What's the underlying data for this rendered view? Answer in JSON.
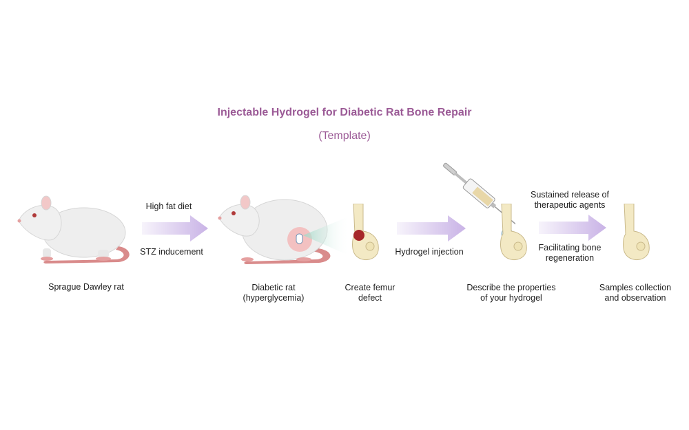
{
  "title": "Injectable Hydrogel for Diabetic Rat Bone Repair",
  "subtitle": "(Template)",
  "colors": {
    "title": "#9b5a96",
    "arrow": "#c9b3e6",
    "rat_body": "#eeeeee",
    "tail": "#d98b8b",
    "bone": "#f3e9c4",
    "defect": "#a6282b"
  },
  "steps": [
    {
      "label": "Sprague Dawley rat"
    },
    {
      "label_line1": "Diabetic rat",
      "label_line2": "(hyperglycemia)"
    },
    {
      "label_line1": "Create femur",
      "label_line2": "defect"
    },
    {
      "label_line1": "Describe the properties",
      "label_line2": "of your hydrogel"
    },
    {
      "label_line1": "Samples collection",
      "label_line2": "and observation"
    }
  ],
  "arrows": [
    {
      "above": "High fat diet",
      "below": "STZ inducement"
    },
    {
      "label": "Hydrogel injection"
    },
    {
      "above_line1": "Sustained release of",
      "above_line2": "therapeutic agents",
      "below_line1": "Facilitating bone",
      "below_line2": "regeneration"
    }
  ]
}
